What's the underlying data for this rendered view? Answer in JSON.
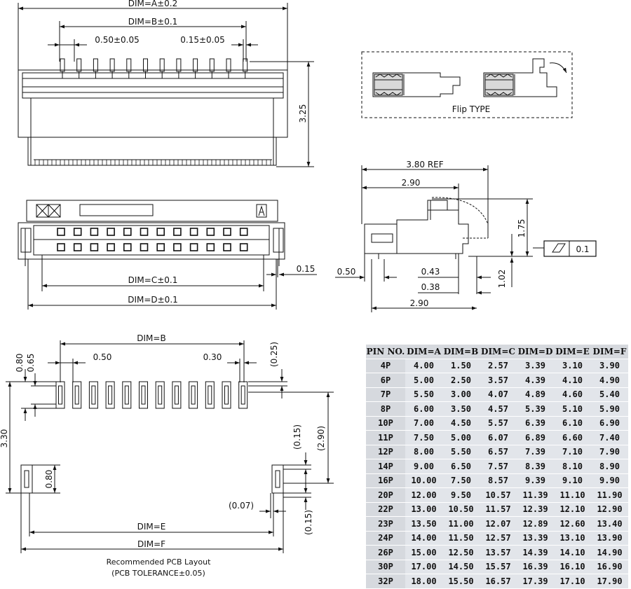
{
  "top_view": {
    "dim_a": "DIM=A±0.2",
    "dim_b": "DIM=B±0.1",
    "pitch": "0.50±0.05",
    "pin_width": "0.15±0.05",
    "height": "3.25"
  },
  "bottom_view": {
    "dim_c": "DIM=C±0.1",
    "dim_d": "DIM=D±0.1",
    "tail": "0.15"
  },
  "flip_box": {
    "label": "Flip TYPE"
  },
  "side_view": {
    "ref": "3.80 REF",
    "top_len": "2.90",
    "height": "1.75",
    "lower": "1.02",
    "left": "0.50",
    "d043": "0.43",
    "d038": "0.38",
    "bottom_len": "2.90",
    "flatness_value": "0.1"
  },
  "pcb": {
    "dim_b": "DIM=B",
    "pitch": "0.50",
    "pad_width": "0.30",
    "h080": "0.80",
    "h065": "0.65",
    "gap025": "(0.25)",
    "total_h": "3.30",
    "span290": "(2.90)",
    "off015_top": "(0.15)",
    "mount_h": "0.80",
    "off007": "(0.07)",
    "off015_bot": "(0.15)",
    "dim_e": "DIM=E",
    "dim_f": "DIM=F",
    "caption_line1": "Recommended PCB Layout",
    "caption_line2": "(PCB TOLERANCE±0.05)"
  },
  "pin_table": {
    "headers": [
      "PIN NO.",
      "DIM=A",
      "DIM=B",
      "DIM=C",
      "DIM=D",
      "DIM=E",
      "DIM=F"
    ],
    "rows": [
      [
        "4P",
        "4.00",
        "1.50",
        "2.57",
        "3.39",
        "3.10",
        "3.90"
      ],
      [
        "6P",
        "5.00",
        "2.50",
        "3.57",
        "4.39",
        "4.10",
        "4.90"
      ],
      [
        "7P",
        "5.50",
        "3.00",
        "4.07",
        "4.89",
        "4.60",
        "5.40"
      ],
      [
        "8P",
        "6.00",
        "3.50",
        "4.57",
        "5.39",
        "5.10",
        "5.90"
      ],
      [
        "10P",
        "7.00",
        "4.50",
        "5.57",
        "6.39",
        "6.10",
        "6.90"
      ],
      [
        "11P",
        "7.50",
        "5.00",
        "6.07",
        "6.89",
        "6.60",
        "7.40"
      ],
      [
        "12P",
        "8.00",
        "5.50",
        "6.57",
        "7.39",
        "7.10",
        "7.90"
      ],
      [
        "14P",
        "9.00",
        "6.50",
        "7.57",
        "8.39",
        "8.10",
        "8.90"
      ],
      [
        "16P",
        "10.00",
        "7.50",
        "8.57",
        "9.39",
        "9.10",
        "9.90"
      ],
      [
        "20P",
        "12.00",
        "9.50",
        "10.57",
        "11.39",
        "11.10",
        "11.90"
      ],
      [
        "22P",
        "13.00",
        "10.50",
        "11.57",
        "12.39",
        "12.10",
        "12.90"
      ],
      [
        "23P",
        "13.50",
        "11.00",
        "12.07",
        "12.89",
        "12.60",
        "13.40"
      ],
      [
        "24P",
        "14.00",
        "11.50",
        "12.57",
        "13.39",
        "13.10",
        "13.90"
      ],
      [
        "26P",
        "15.00",
        "12.50",
        "13.57",
        "14.39",
        "14.10",
        "14.90"
      ],
      [
        "30P",
        "17.00",
        "14.50",
        "15.57",
        "16.39",
        "16.10",
        "16.90"
      ],
      [
        "32P",
        "18.00",
        "15.50",
        "16.57",
        "17.39",
        "17.10",
        "17.90"
      ]
    ]
  }
}
